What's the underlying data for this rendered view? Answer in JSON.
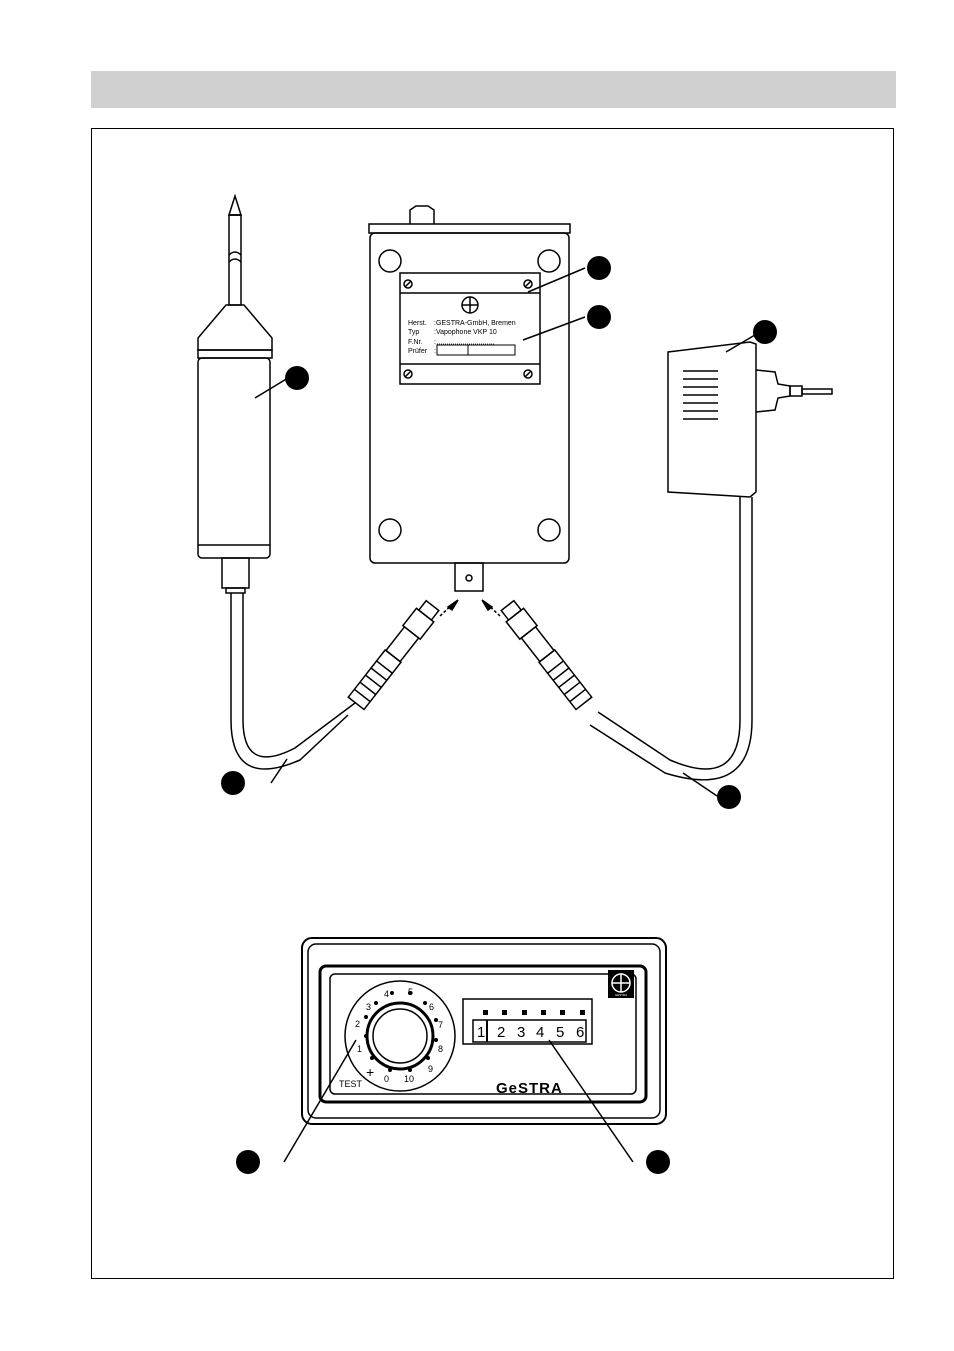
{
  "nameplate": {
    "herst_label": "Herst.",
    "herst_value": ":GESTRA-GmbH, Bremen",
    "typ_label": "Typ",
    "typ_value": ":Vapophone  VKP 10",
    "fnr_label": "F.Nr.",
    "fnr_value": ":",
    "pruefer_label": "Prüfer",
    "pruefer_value": ":"
  },
  "dial": {
    "numbers": [
      "4",
      "5",
      "3",
      "6",
      "2",
      "7",
      "1",
      "8",
      "9",
      "0",
      "10"
    ],
    "test_label": "TEST"
  },
  "display": {
    "digits": [
      "1",
      "2",
      "3",
      "4",
      "5",
      "6"
    ]
  },
  "brand": "GeSTRA",
  "logo_text": "GESTRA"
}
